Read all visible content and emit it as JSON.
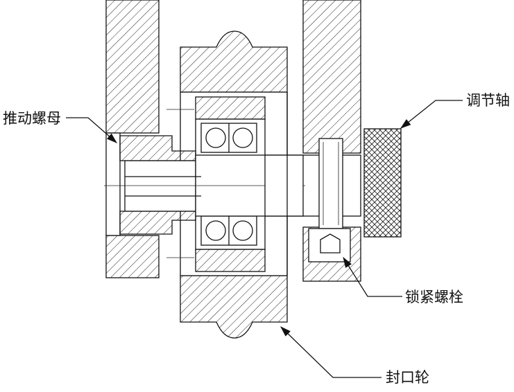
{
  "labels": {
    "push_nut": "推动螺母",
    "adjust_shaft": "调节轴",
    "lock_bolt": "锁紧螺栓",
    "seal_wheel": "封口轮"
  }
}
